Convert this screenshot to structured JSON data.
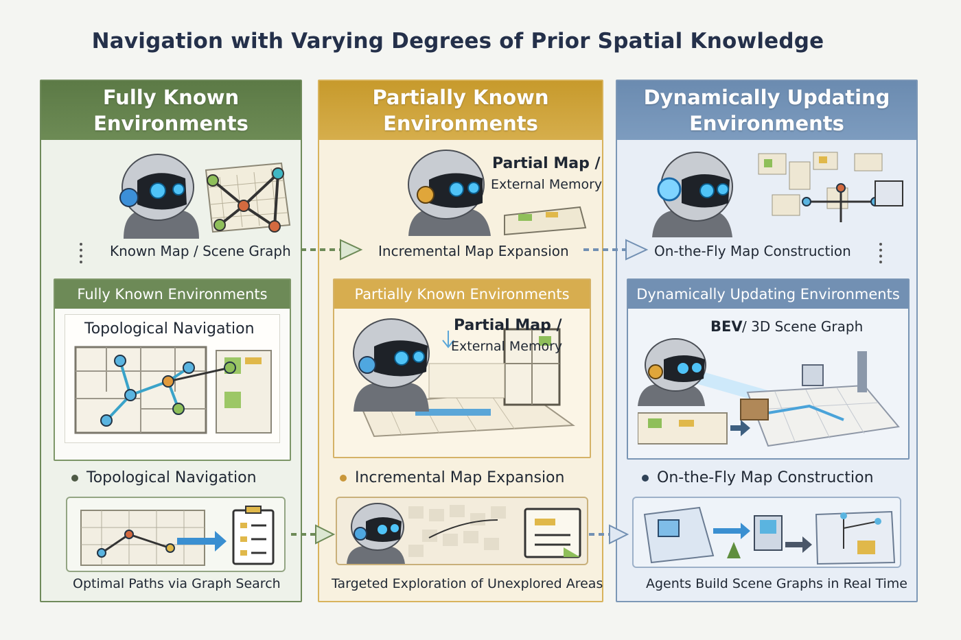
{
  "title": "Navigation with Varying Degrees of Prior Spatial Knowledge",
  "columns": [
    {
      "header_line1": "Fully Known",
      "header_line2": "Environments",
      "top_label": "Known Map / Scene Graph",
      "panel_title": "Fully Known Environments",
      "inner_title": "Topological Navigation",
      "bullet": "Topological Navigation",
      "caption": "Optimal Paths via Graph Search",
      "accent": "#6d8a57"
    },
    {
      "header_line1": "Partially Known",
      "header_line2": "Environments",
      "top_callout_bold": "Partial Map /",
      "top_callout": "External Memory",
      "top_label": "Incremental Map Expansion",
      "panel_title": "Partially Known Environments",
      "inner_callout_bold": "Partial Map /",
      "inner_callout": "External Memory",
      "bullet": "Incremental Map Expansion",
      "caption": "Targeted Exploration of Unexplored Areas",
      "accent": "#d7ad4f"
    },
    {
      "header_line1": "Dynamically Updating",
      "header_line2": "Environments",
      "top_label": "On-the-Fly Map Construction",
      "panel_title": "Dynamically Updating Environments",
      "inner_title_bold": "BEV",
      "inner_title": " / 3D Scene Graph",
      "bullet": "On-the-Fly Map Construction",
      "caption": "Agents Build Scene Graphs in Real Time",
      "accent": "#7290b3"
    }
  ]
}
